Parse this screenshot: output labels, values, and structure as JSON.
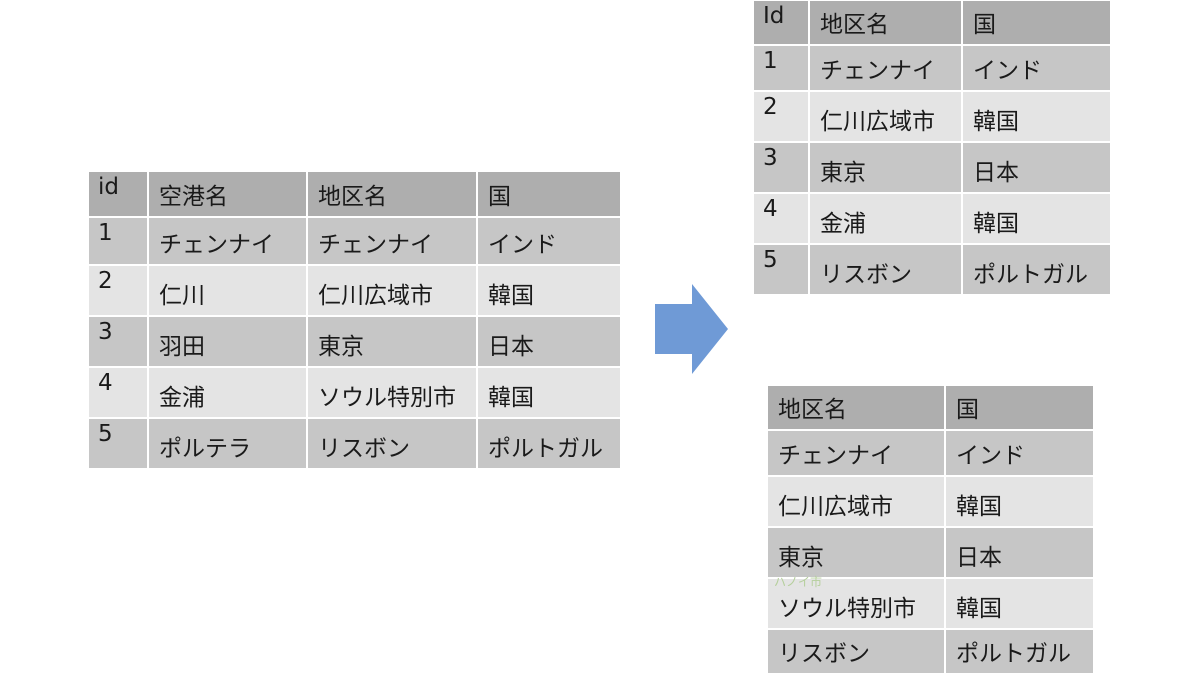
{
  "source_table": {
    "headers": [
      "id",
      "空港名",
      "地区名",
      "国"
    ],
    "rows": [
      [
        "1",
        "チェンナイ",
        "チェンナイ",
        "インド"
      ],
      [
        "2",
        "仁川",
        "仁川広域市",
        "韓国"
      ],
      [
        "3",
        "羽田",
        "東京",
        "日本"
      ],
      [
        "4",
        "金浦",
        "ソウル特別市",
        "韓国"
      ],
      [
        "5",
        "ポルテラ",
        "リスボン",
        "ポルトガル"
      ]
    ]
  },
  "result_top_table": {
    "headers": [
      "Id",
      "地区名",
      "国"
    ],
    "rows": [
      [
        "1",
        "チェンナイ",
        "インド"
      ],
      [
        "2",
        "仁川広域市",
        "韓国"
      ],
      [
        "3",
        "東京",
        "日本"
      ],
      [
        "4",
        "金浦",
        "韓国"
      ],
      [
        "5",
        "リスボン",
        "ポルトガル"
      ]
    ]
  },
  "result_bottom_table": {
    "headers": [
      "地区名",
      "国"
    ],
    "rows": [
      [
        "チェンナイ",
        "インド"
      ],
      [
        "仁川広域市",
        "韓国"
      ],
      [
        "東京",
        "日本"
      ],
      [
        "ソウル特別市",
        "韓国"
      ],
      [
        "リスボン",
        "ポルトガル"
      ]
    ]
  },
  "overlay_note": "ハノイ市",
  "colors": {
    "header": "#aeaeae",
    "row_odd": "#c6c6c6",
    "row_even": "#e4e4e4",
    "arrow": "#6f9ad6"
  }
}
